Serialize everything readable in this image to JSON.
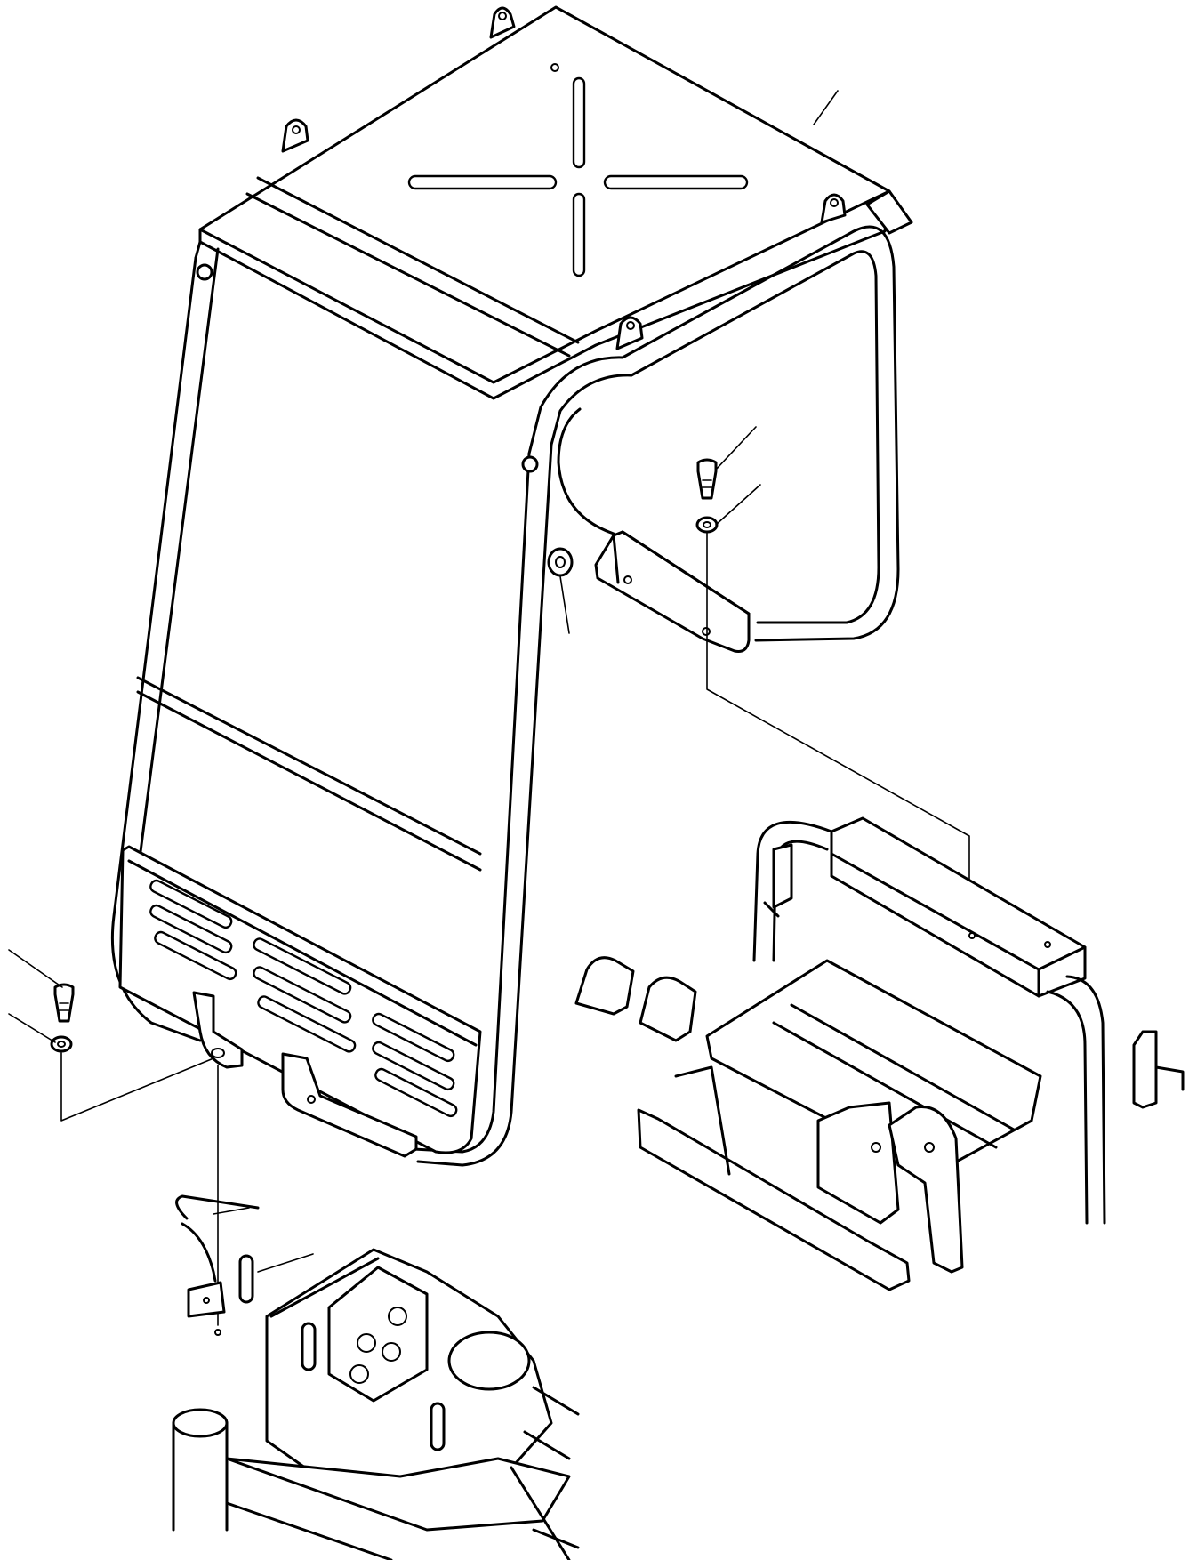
{
  "diagram": {
    "type": "exploded-parts-drawing",
    "background": "#ffffff",
    "line_color": "#000000",
    "parts": [
      "canopy-roof",
      "rollover-frame",
      "front-guard-panel",
      "bolt",
      "washer",
      "rubber-grommet",
      "right-mounting-bracket",
      "left-mounting-bracket",
      "operator-platform-frame",
      "upper-frame-mount"
    ]
  }
}
